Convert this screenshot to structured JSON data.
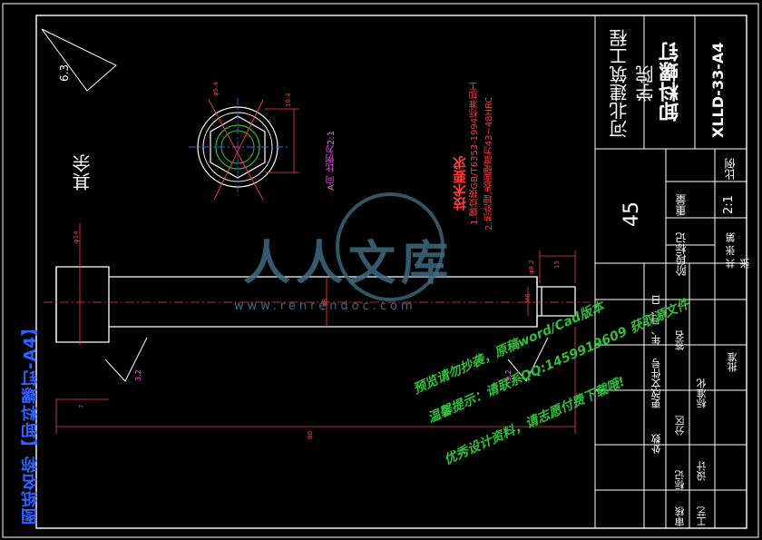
{
  "sheet_label": "图纸名称【卸料螺钉-A4】",
  "school": "河北建筑工程学院",
  "part_name": "卸料螺钉",
  "drawing_number": "XLLD-33-A4",
  "material": "45",
  "scale": "2:1",
  "title_block": {
    "scale_label": "比例",
    "weight_label": "重量",
    "mark_label": "阶段标记",
    "sheets_label": "共 张 第 张",
    "rows": [
      "标记",
      "处数",
      "分区",
      "更改文件号",
      "签名",
      "年、月、日"
    ],
    "designer": "设计",
    "standard": "标准化",
    "checker": "审核",
    "craft": "工艺",
    "approver": "批准"
  },
  "roughness_other": "其余",
  "roughness_main": "6.3",
  "roughness_small": "3.2",
  "tech_title": "技术要求",
  "tech_notes": [
    "1.螺纹按GB/T6353-1994标准加工",
    "2.热处理,表面硬度为43~48HRC"
  ],
  "view_note": "A向 比例为2:1",
  "dims": {
    "d_head": "φ14",
    "d_shank": "φ8",
    "thread": "M6",
    "length": "80",
    "head_len": "7",
    "thread_len": "15",
    "hex": "10.4",
    "c_dia": "φ5.4",
    "d_small": "φ8.2"
  },
  "watermark": {
    "logo": "人人文库",
    "url": "www.renrendoc.com",
    "lines": [
      "预览请勿抄袭，原稿word/Cad版本",
      "温馨提示：请联系QQ:1459919609 获取源文件",
      "优秀设计资料，请志愿付费下载哦!"
    ]
  }
}
